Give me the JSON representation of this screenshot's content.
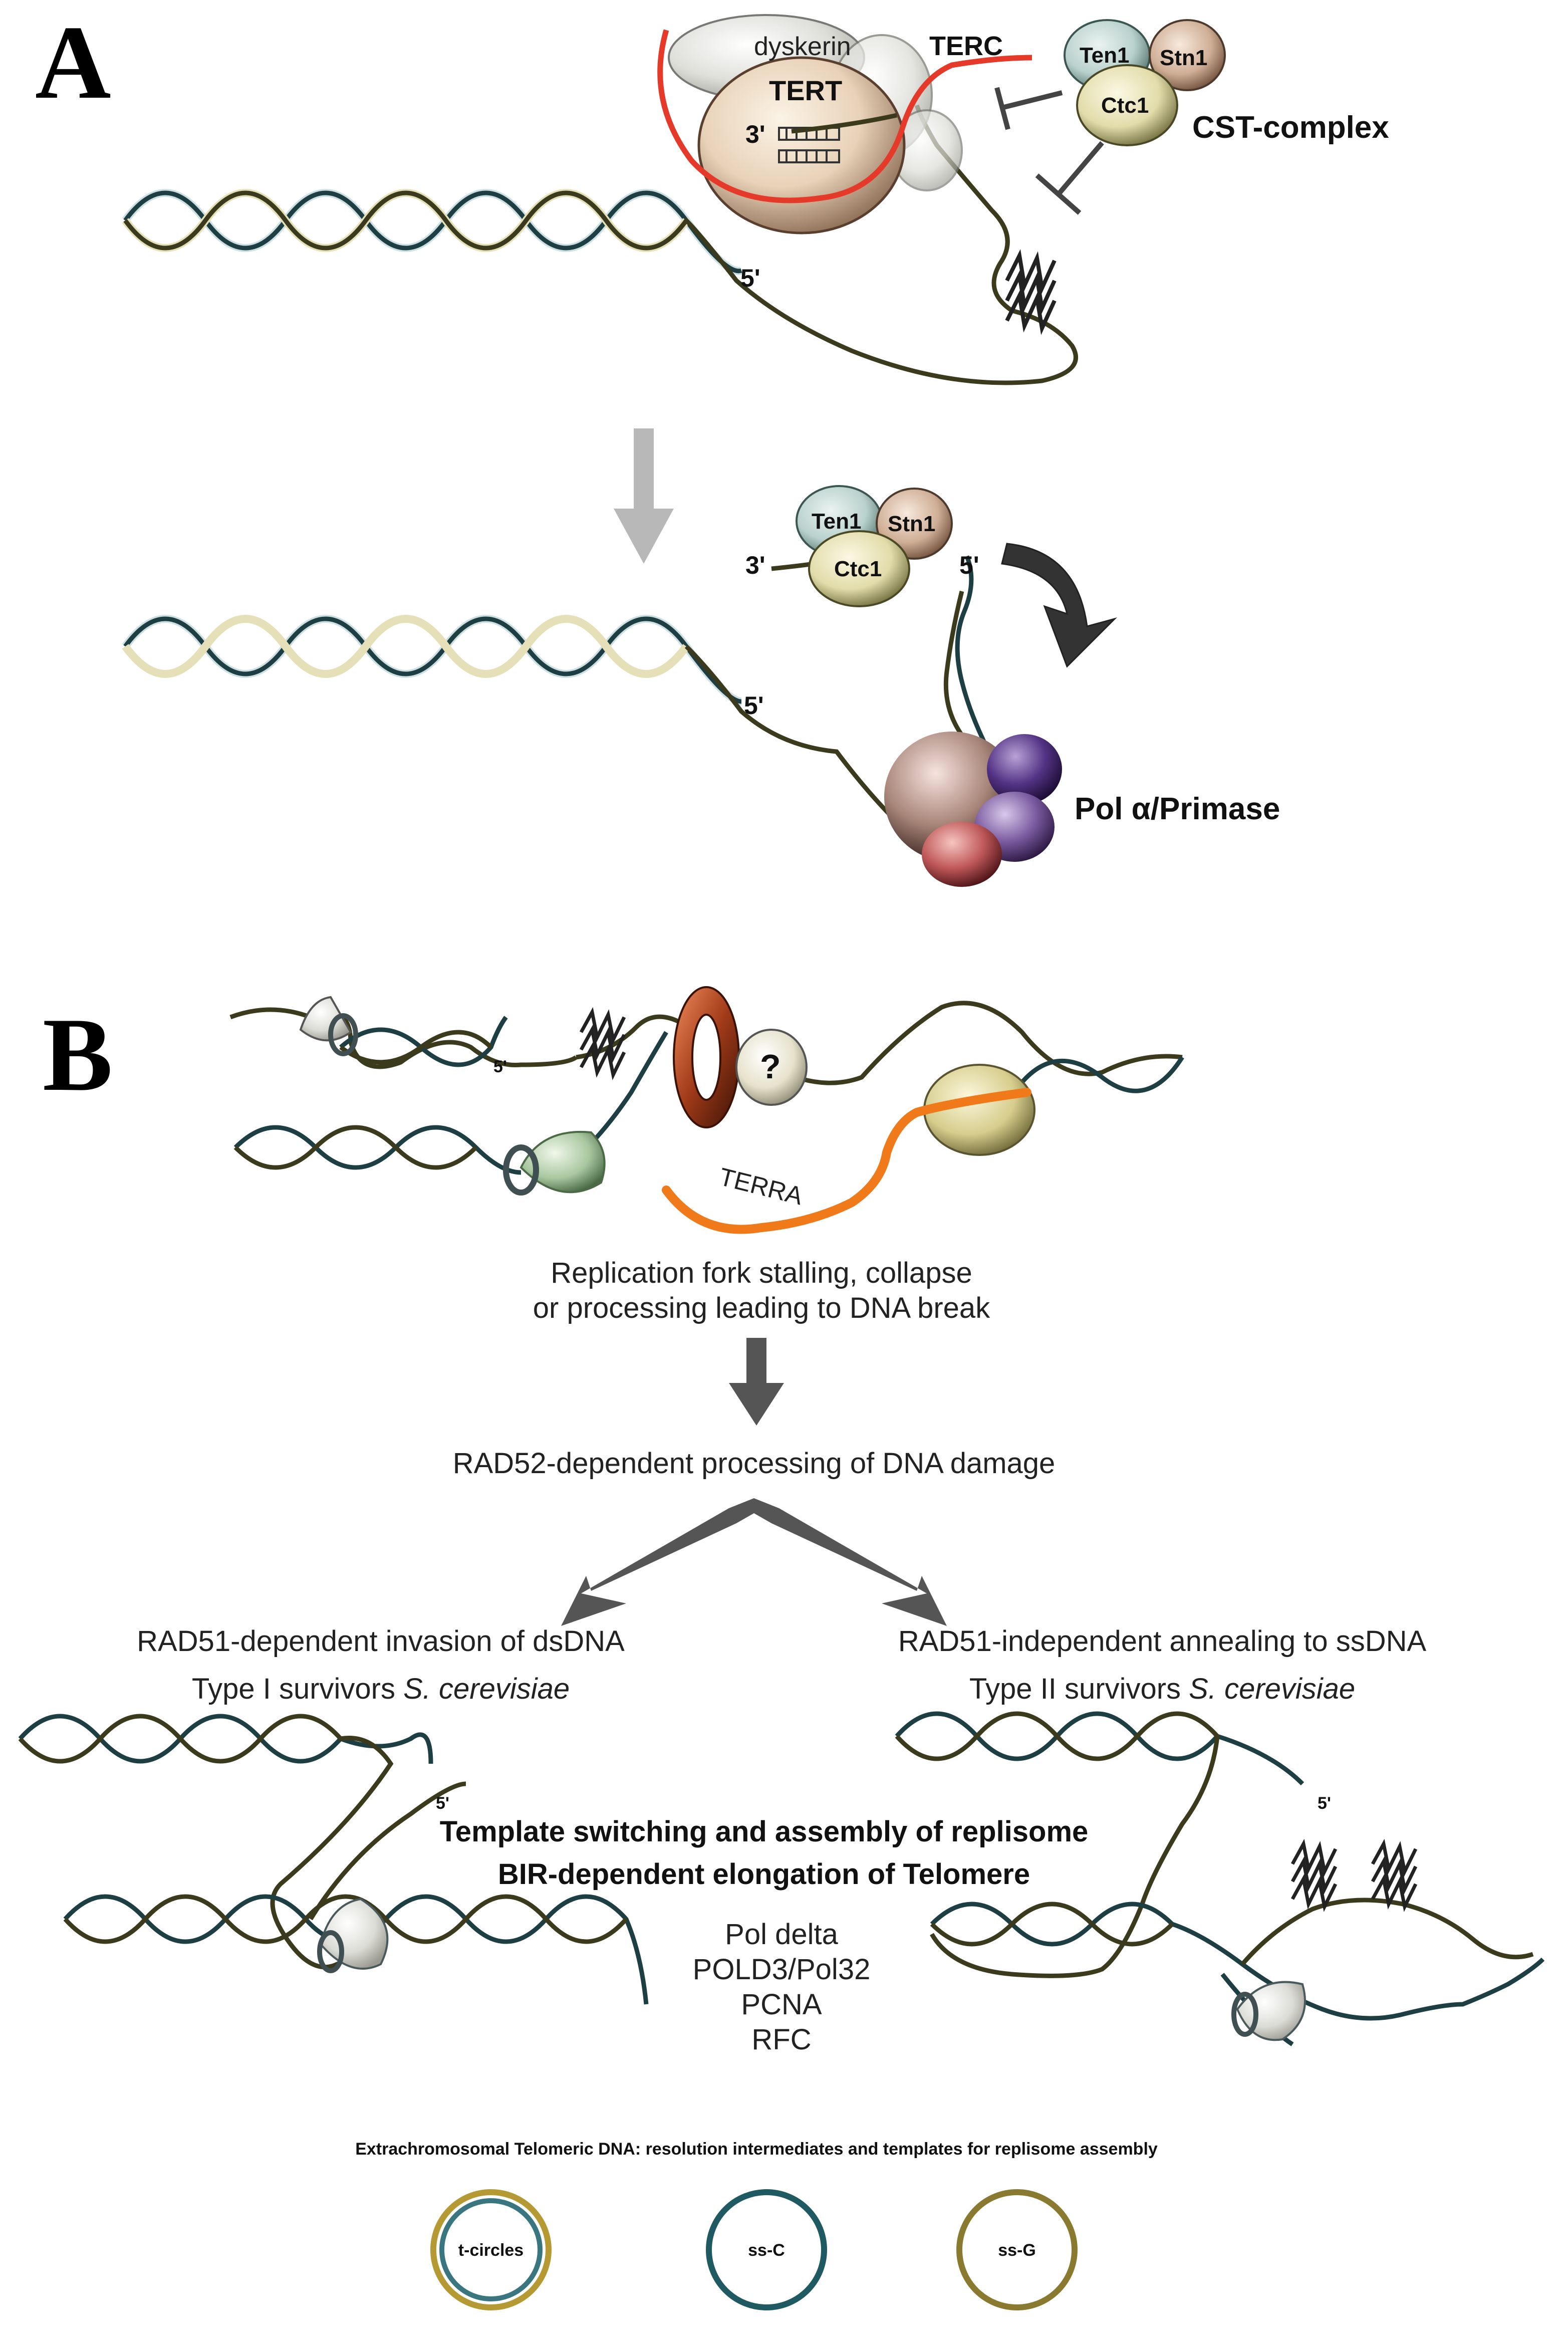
{
  "panel_a": {
    "letter": "A",
    "top": {
      "dyskerin": "dyskerin",
      "terc": "TERC",
      "tert": "TERT",
      "three_prime": "3'",
      "five_prime": "5'",
      "ten1": "Ten1",
      "stn1": "Stn1",
      "ctc1": "Ctc1",
      "cst_complex": "CST-complex"
    },
    "bottom": {
      "ten1": "Ten1",
      "stn1": "Stn1",
      "ctc1": "Ctc1",
      "three_prime": "3'",
      "five_prime_top": "5'",
      "five_prime": "5'",
      "pol": "Pol α/Primase"
    }
  },
  "panel_b": {
    "letter": "B",
    "five_prime": "5'",
    "question": "?",
    "terra": "TERRA",
    "step1_line1": "Replication fork stalling, collapse",
    "step1_line2": "or processing leading to DNA break",
    "step2": "RAD52-dependent processing of DNA damage",
    "left_line1": "RAD51-dependent invasion of dsDNA",
    "left_line2_a": "Type I survivors ",
    "left_line2_b": "S. cerevisiae",
    "right_line1": "RAD51-independent annealing to ssDNA",
    "right_line2_a": "Type II survivors ",
    "right_line2_b": "S. cerevisiae",
    "template_line1": "Template switching and assembly of replisome",
    "template_line2": "BIR-dependent elongation of Telomere",
    "factors": [
      "Pol delta",
      "POLD3/Pol32",
      "PCNA",
      "RFC"
    ],
    "left_five_prime": "5'",
    "right_five_prime": "5'",
    "extra_title": "Extrachromosomal Telomeric DNA: resolution intermediates and templates for replisome assembly",
    "circles": [
      "t-circles",
      "ss-C",
      "ss-G"
    ]
  },
  "colors": {
    "c_strand": "#1d3f44",
    "g_strand": "#3b3a1c",
    "terc_red": "#e53a2a",
    "terra_orange": "#f07a1a",
    "arrow_gray": "#555555",
    "arrow_light": "#b8b8b8"
  }
}
